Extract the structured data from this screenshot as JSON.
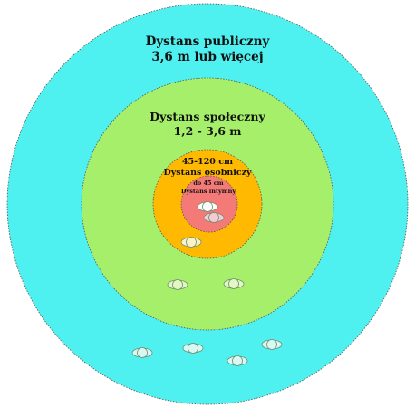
{
  "zones": {
    "public": {
      "line1": "Dystans publiczny",
      "line2": "3,6 m lub więcej",
      "color": "#4ff0f0"
    },
    "social": {
      "line1": "Dystans społeczny",
      "line2": "1,2 - 3,6 m",
      "color": "#a6ef6a"
    },
    "personal": {
      "line1": "45-120 cm",
      "line2": "Dystans osobniczy",
      "color": "#ffb900"
    },
    "intimate": {
      "line1": "do 45 cm",
      "line2": "Dystans intymny",
      "color": "#f47a78"
    }
  },
  "figure_colors": {
    "intimate_pair": [
      "#ffffff",
      "#f7c9d4"
    ],
    "personal": "#fbf3c8",
    "social": "#e2f7c2",
    "public": "#d9f7f3"
  }
}
